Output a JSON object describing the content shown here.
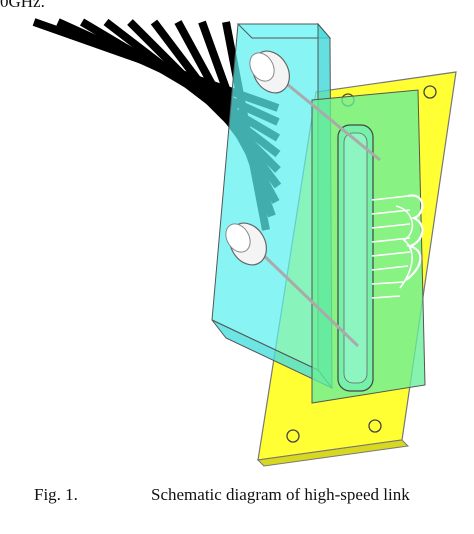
{
  "header_fragment": "0GHz.",
  "figure": {
    "caption_number": "Fig. 1.",
    "caption_text": "Schematic diagram of high-speed link",
    "colors": {
      "board": "#ffff33",
      "housing": "#5af0f0",
      "front_panel": "#66ee99",
      "cable": "#000000",
      "outline": "#555555"
    }
  }
}
